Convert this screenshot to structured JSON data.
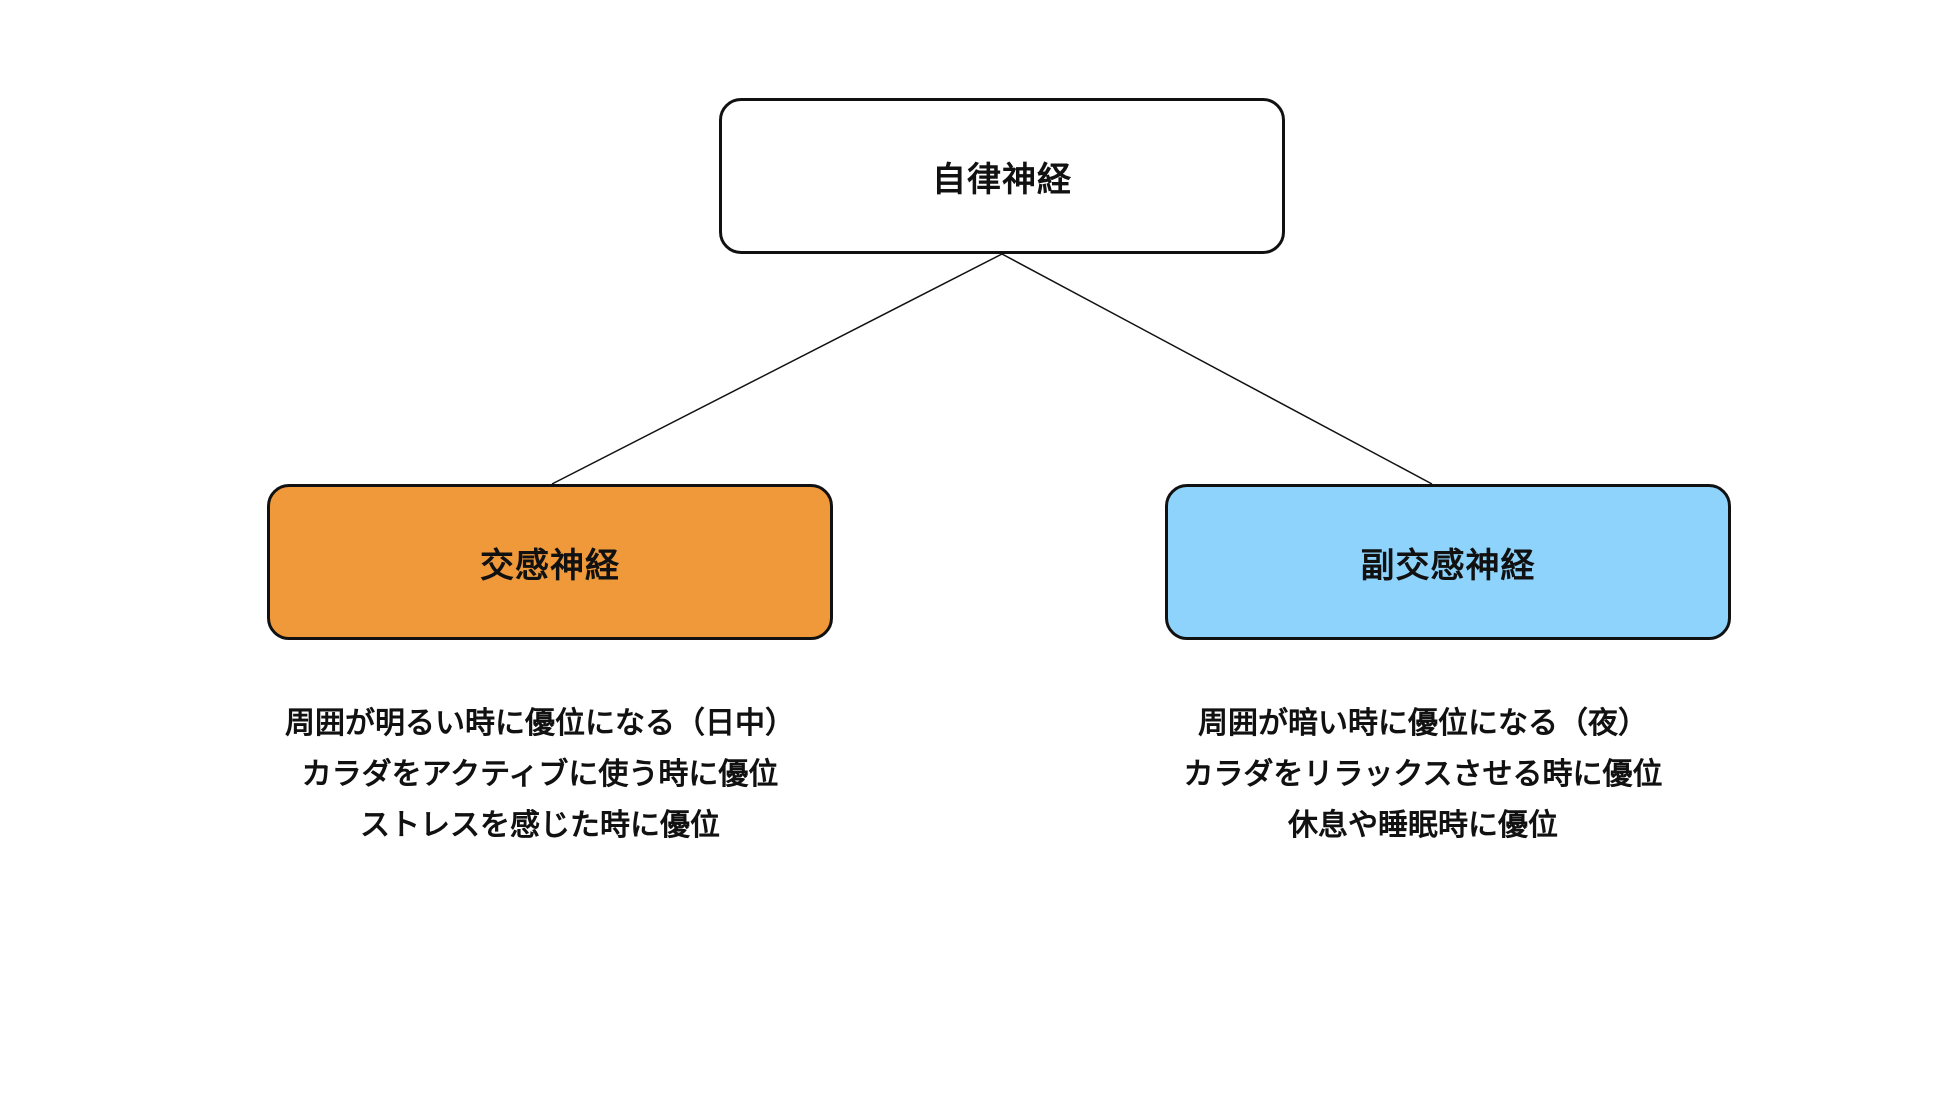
{
  "colors": {
    "root_fill": "#ffffff",
    "sympathetic_fill": "#f0993a",
    "parasympathetic_fill": "#8dd3fc",
    "border": "#111111",
    "connector": "#111111"
  },
  "root": {
    "label": "自律神経"
  },
  "children": [
    {
      "label": "交感神経",
      "notes": [
        "周囲が明るい時に優位になる（日中）",
        "カラダをアクティブに使う時に優位",
        "ストレスを感じた時に優位"
      ]
    },
    {
      "label": "副交感神経",
      "notes": [
        "周囲が暗い時に優位になる（夜）",
        "カラダをリラックスさせる時に優位",
        "休息や睡眠時に優位"
      ]
    }
  ]
}
